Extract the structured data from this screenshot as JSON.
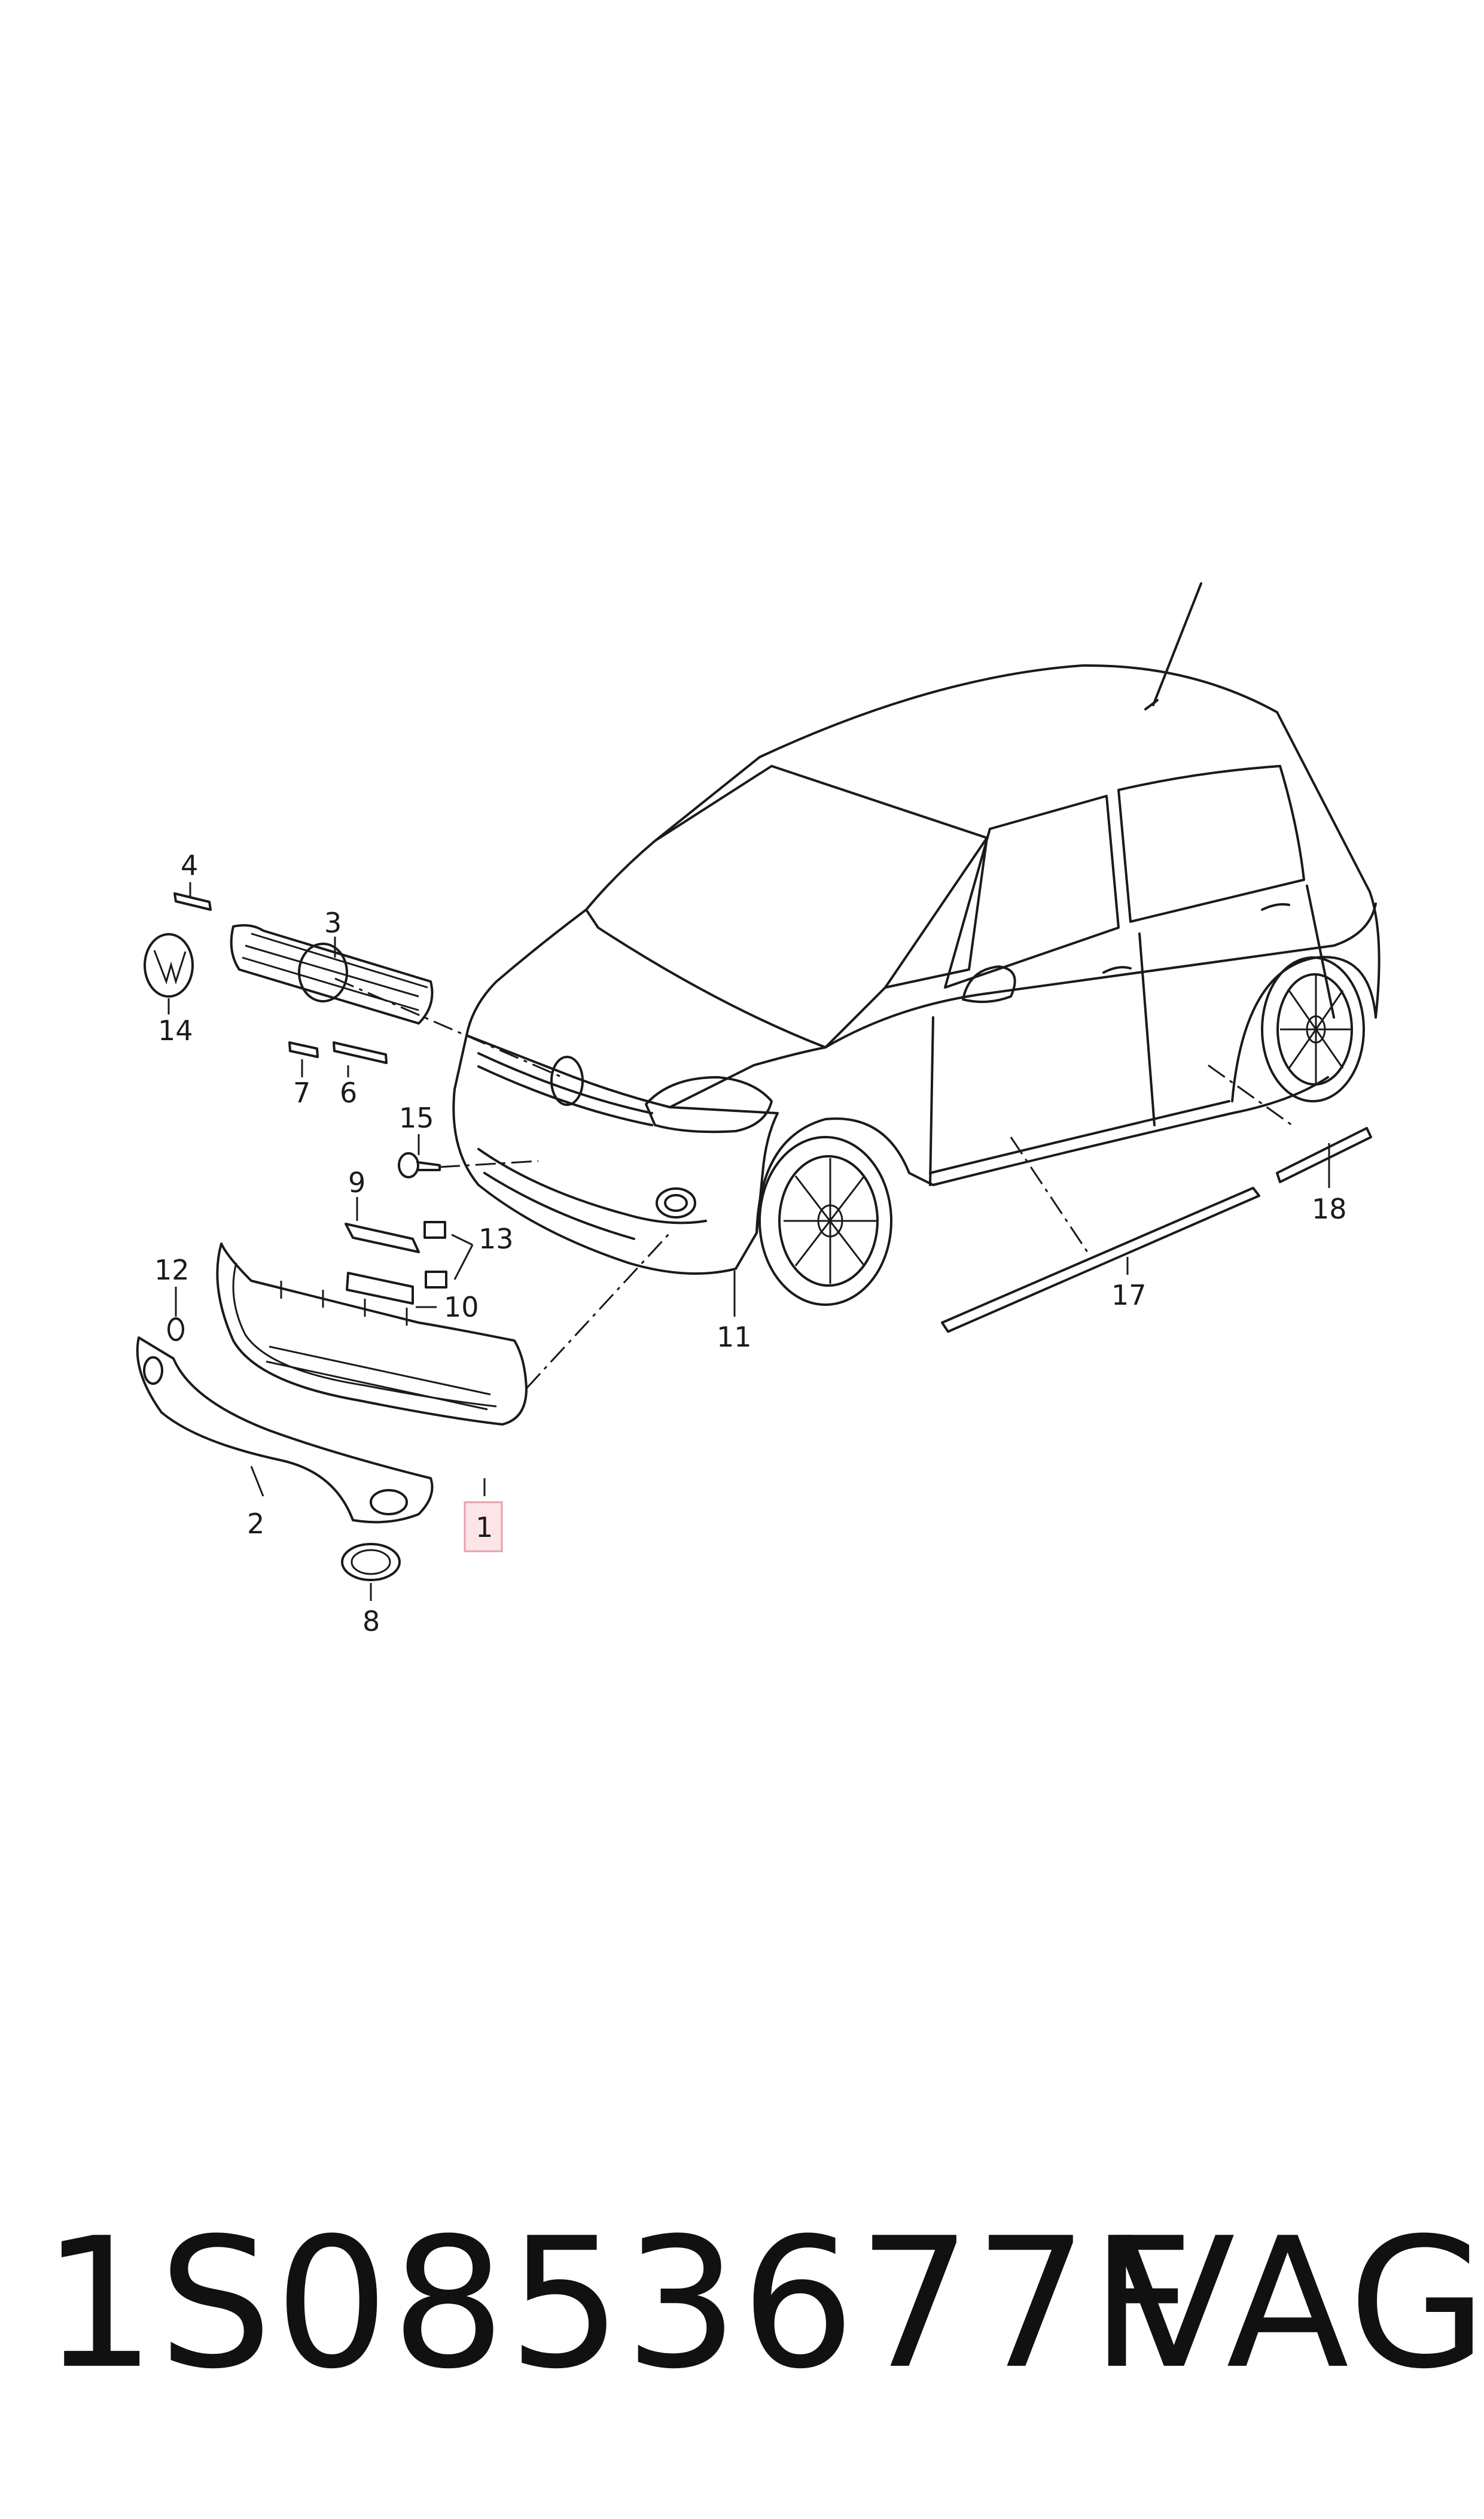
{
  "diagram": {
    "callouts": [
      {
        "id": "c1",
        "text": "1",
        "highlighted": true
      },
      {
        "id": "c2",
        "text": "2"
      },
      {
        "id": "c3",
        "text": "3"
      },
      {
        "id": "c4",
        "text": "4"
      },
      {
        "id": "c6",
        "text": "6"
      },
      {
        "id": "c7",
        "text": "7"
      },
      {
        "id": "c8",
        "text": "8"
      },
      {
        "id": "c9",
        "text": "9"
      },
      {
        "id": "c10",
        "text": "10"
      },
      {
        "id": "c11",
        "text": "11"
      },
      {
        "id": "c12",
        "text": "12"
      },
      {
        "id": "c13",
        "text": "13"
      },
      {
        "id": "c14",
        "text": "14"
      },
      {
        "id": "c15",
        "text": "15"
      },
      {
        "id": "c17",
        "text": "17"
      },
      {
        "id": "c18",
        "text": "18"
      }
    ],
    "highlight_color": "#e8a0a8",
    "highlight_fill": "#fde4e8"
  },
  "footer": {
    "part_number": "1S0853677F",
    "brand": "VAG"
  }
}
